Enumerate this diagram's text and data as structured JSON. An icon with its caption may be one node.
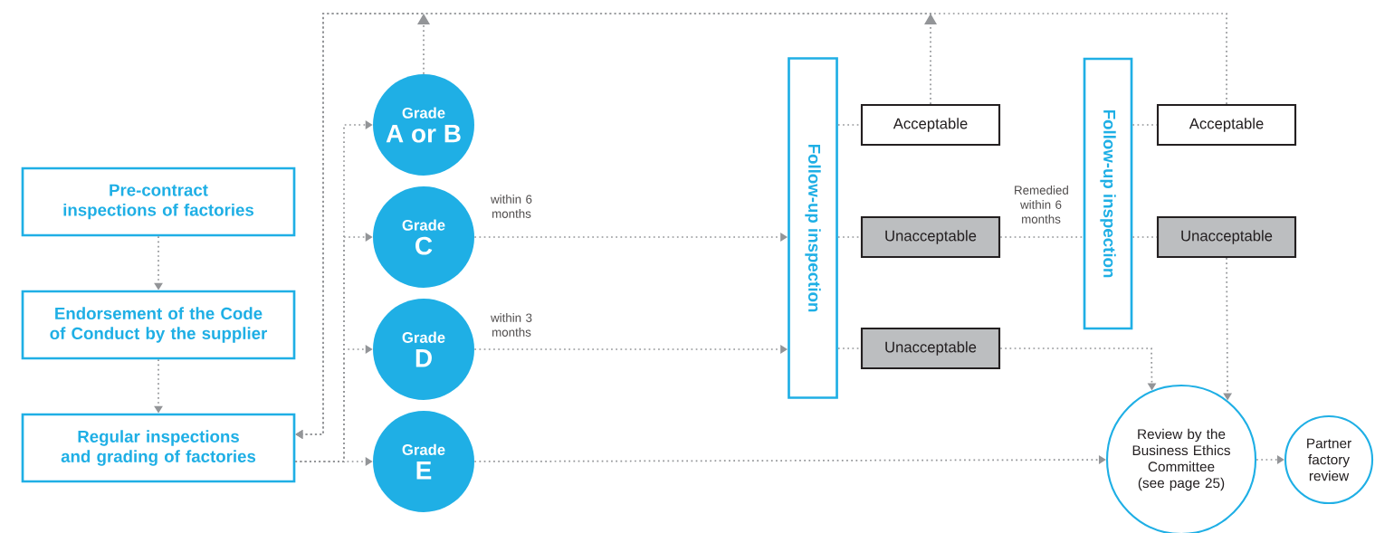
{
  "diagram": {
    "nodes": [
      {
        "text": [
          "Pre-contract inspections of factories"
        ]
      },
      {
        "text": [
          "Endorsement of the Code of Conduct by the supplier"
        ]
      },
      {
        "text": [
          "Regular inspections and grading of factories"
        ]
      },
      {
        "text": [
          "Grade",
          "A or B"
        ]
      },
      {
        "text": [
          "Grade",
          "C"
        ]
      },
      {
        "text": [
          "Grade",
          "D"
        ]
      },
      {
        "text": [
          "Grade",
          "E"
        ]
      },
      {
        "text": [
          "Follow-up inspection"
        ]
      },
      {
        "text": [
          "Acceptable"
        ]
      },
      {
        "text": [
          "Unacceptable"
        ]
      },
      {
        "text": [
          "Unacceptable"
        ]
      },
      {
        "text": [
          "Follow-up inspection"
        ]
      },
      {
        "text": [
          "Acceptable"
        ]
      },
      {
        "text": [
          "Unacceptable"
        ]
      },
      {
        "text": [
          "Review by the Business Ethics Committee (see page 25)"
        ]
      },
      {
        "text": [
          "Partner factory review"
        ]
      }
    ],
    "edges": [
      {
        "from": 0,
        "to": 1,
        "arrow": "to"
      },
      {
        "from": 1,
        "to": 2,
        "arrow": "to"
      },
      {
        "from": 2,
        "to": 3,
        "arrow": "to"
      },
      {
        "from": 2,
        "to": 4,
        "arrow": "to"
      },
      {
        "from": 2,
        "to": 5,
        "arrow": "to"
      },
      {
        "from": 2,
        "to": 6,
        "arrow": "to"
      },
      {
        "from": 3,
        "to": 2,
        "arrow": "to"
      },
      {
        "from": 8,
        "to": 2,
        "arrow": "to"
      },
      {
        "from": 12,
        "to": 2,
        "arrow": "to"
      },
      {
        "from": 4,
        "to": 7,
        "arrow": "to",
        "label": "within 6 months"
      },
      {
        "from": 5,
        "to": 7,
        "arrow": "to",
        "label": "within 3 months"
      },
      {
        "from": 7,
        "to": 8,
        "arrow": "none"
      },
      {
        "from": 7,
        "to": 9,
        "arrow": "none"
      },
      {
        "from": 7,
        "to": 10,
        "arrow": "none"
      },
      {
        "from": 9,
        "to": 11,
        "arrow": "none",
        "label": "Remedied within 6 months"
      },
      {
        "from": 11,
        "to": 12,
        "arrow": "none"
      },
      {
        "from": 11,
        "to": 13,
        "arrow": "none"
      },
      {
        "from": 10,
        "to": 14,
        "arrow": "to"
      },
      {
        "from": 13,
        "to": 14,
        "arrow": "to"
      },
      {
        "from": 6,
        "to": 14,
        "arrow": "to"
      },
      {
        "from": 14,
        "to": 15,
        "arrow": "to"
      }
    ]
  }
}
